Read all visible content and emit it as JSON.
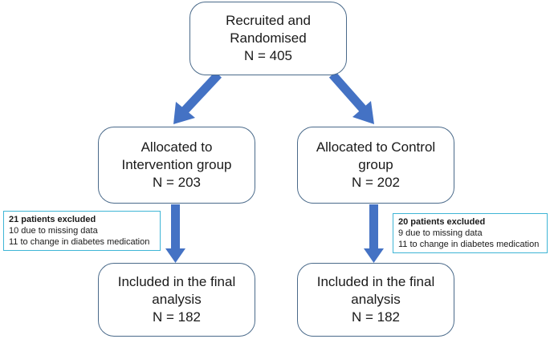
{
  "top_box": {
    "line1": "Recruited and",
    "line2": "Randomised",
    "line3": "N = 405"
  },
  "intervention_box": {
    "line1": "Allocated to",
    "line2": "Intervention group",
    "line3": "N = 203"
  },
  "control_box": {
    "line1": "Allocated to Control",
    "line2": "group",
    "line3": "N = 202"
  },
  "intervention_exclusion": {
    "title": "21 patients excluded",
    "line1": "10 due to missing data",
    "line2": "11 to change in diabetes medication"
  },
  "control_exclusion": {
    "title": "20 patients excluded",
    "line1": "9 due to missing data",
    "line2": "11 to change in diabetes medication"
  },
  "intervention_final_box": {
    "line1": "Included in the final",
    "line2": "analysis",
    "line3": "N = 182"
  },
  "control_final_box": {
    "line1": "Included in the final",
    "line2": "analysis",
    "line3": "N = 182"
  },
  "colors": {
    "arrow": "#4472c4",
    "box_border": "#4a6a8a",
    "exclusion_border": "#3fb5d6"
  }
}
